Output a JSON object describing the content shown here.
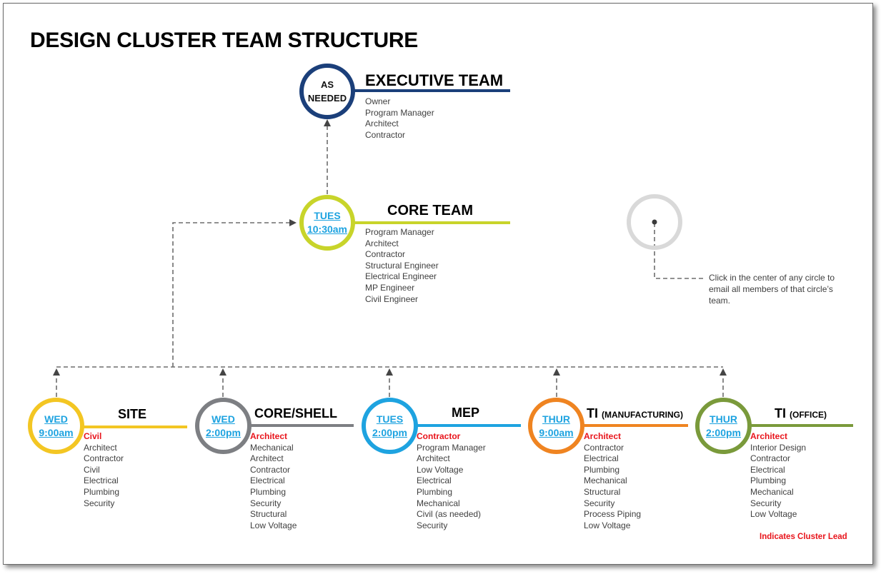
{
  "title": "DESIGN CLUSTER TEAM STRUCTURE",
  "colors": {
    "executive": "#1b3f7a",
    "core": "#c8d42a",
    "site": "#f3c623",
    "core_shell": "#7d7f83",
    "mep": "#1ea3e0",
    "ti_manufacturing": "#ef8421",
    "ti_office": "#7a9a3b",
    "example_circle": "#d9d9d9",
    "link": "#1ea3e0",
    "lead": "#e8141b",
    "connector": "#6d6d6d"
  },
  "executive": {
    "title": "EXECUTIVE TEAM",
    "circle_line1": "AS",
    "circle_line2": "NEEDED",
    "members": [
      "Owner",
      "Program Manager",
      "Architect",
      "Contractor"
    ]
  },
  "core": {
    "title": "CORE TEAM",
    "day": "TUES",
    "time": "10:30am",
    "members": [
      "Program Manager",
      "Architect",
      "Contractor",
      "Structural Engineer",
      "Electrical Engineer",
      "MP Engineer",
      "Civil Engineer"
    ]
  },
  "help": {
    "icon": "example-circle-icon",
    "text": "Click in the center of any circle to email all members of that circle’s team."
  },
  "clusters": [
    {
      "title": "SITE",
      "subtitle": "",
      "day": "WED",
      "time": "9:00am",
      "lead": "Civil",
      "members": [
        "Architect",
        "Contractor",
        "Civil",
        "Electrical",
        "Plumbing",
        "Security"
      ]
    },
    {
      "title": "CORE/SHELL",
      "subtitle": "",
      "day": "WED",
      "time": "2:00pm",
      "lead": "Architect",
      "members": [
        "Mechanical",
        "Architect",
        "Contractor",
        "Electrical",
        "Plumbing",
        "Security",
        "Structural",
        "Low Voltage"
      ]
    },
    {
      "title": "MEP",
      "subtitle": "",
      "day": "TUES",
      "time": "2:00pm",
      "lead": "Contractor",
      "members": [
        "Program Manager",
        "Architect",
        "Low Voltage",
        "Electrical",
        "Plumbing",
        "Mechanical",
        "Civil (as needed)",
        "Security"
      ]
    },
    {
      "title": "TI",
      "subtitle": "(MANUFACTURING)",
      "day": "THUR",
      "time": "9:00am",
      "lead": "Architect",
      "members": [
        "Contractor",
        "Electrical",
        "Plumbing",
        "Mechanical",
        "Structural",
        "Security",
        "Process Piping",
        "Low Voltage"
      ]
    },
    {
      "title": "TI",
      "subtitle": "(OFFICE)",
      "day": "THUR",
      "time": "2:00pm",
      "lead": "Architect",
      "members": [
        "Interior Design",
        "Contractor",
        "Electrical",
        "Plumbing",
        "Mechanical",
        "Security",
        "Low Voltage"
      ]
    }
  ],
  "legend": "Indicates Cluster Lead"
}
